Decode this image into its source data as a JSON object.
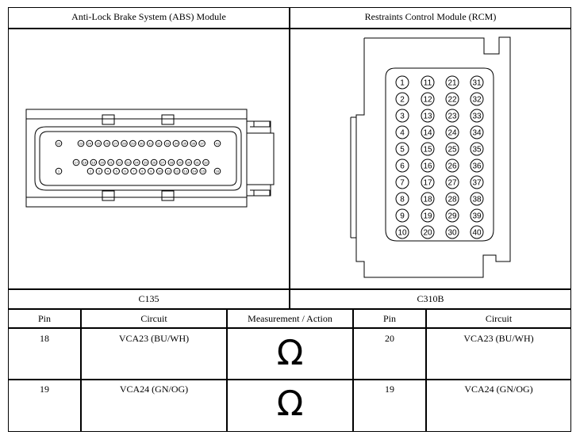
{
  "headers": {
    "left": "Anti-Lock Brake System (ABS) Module",
    "right": "Restraints Control Module (RCM)"
  },
  "connectors": {
    "left": "C135",
    "right": "C310B"
  },
  "abs_connector": {
    "top_row_left": "22",
    "top_row": [
      "23",
      "24",
      "25",
      "26",
      "27",
      "28",
      "29",
      "30",
      "31",
      "32",
      "33",
      "34",
      "35",
      "36",
      "37"
    ],
    "top_row_right": "41",
    "middle_row": [
      "17",
      "18",
      "19",
      "20",
      "21",
      "22",
      "23",
      "24",
      "25",
      "26",
      "27",
      "28",
      "29",
      "30",
      "31",
      "32"
    ],
    "bottom_row_left": "1",
    "bottom_row": [
      "2",
      "3",
      "4",
      "5",
      "6",
      "7",
      "8",
      "9",
      "10",
      "11",
      "12",
      "13",
      "14",
      "15"
    ],
    "bottom_row_right": "16"
  },
  "rcm_connector": {
    "columns": [
      [
        "1",
        "2",
        "3",
        "4",
        "5",
        "6",
        "7",
        "8",
        "9",
        "10"
      ],
      [
        "11",
        "12",
        "13",
        "14",
        "15",
        "16",
        "17",
        "18",
        "19",
        "20"
      ],
      [
        "21",
        "22",
        "23",
        "24",
        "25",
        "26",
        "27",
        "28",
        "29",
        "30"
      ],
      [
        "31",
        "32",
        "33",
        "34",
        "35",
        "36",
        "37",
        "38",
        "39",
        "40"
      ]
    ]
  },
  "table": {
    "headers": {
      "pin_left": "Pin",
      "circuit_left": "Circuit",
      "measurement": "Measurement / Action",
      "pin_right": "Pin",
      "circuit_right": "Circuit"
    },
    "rows": [
      {
        "pin_left": "18",
        "circuit_left": "VCA23 (BU/WH)",
        "measurement": "Ω",
        "pin_right": "20",
        "circuit_right": "VCA23 (BU/WH)"
      },
      {
        "pin_left": "19",
        "circuit_left": "VCA24 (GN/OG)",
        "measurement": "Ω",
        "pin_right": "19",
        "circuit_right": "VCA24 (GN/OG)"
      }
    ]
  }
}
